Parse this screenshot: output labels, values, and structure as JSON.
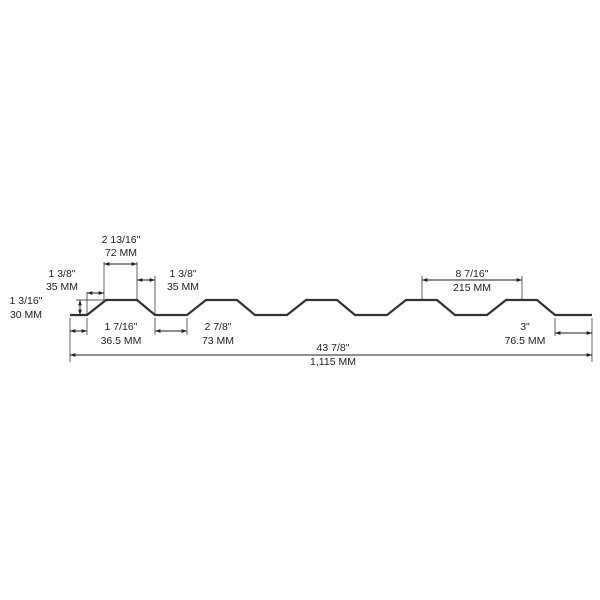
{
  "diagram": {
    "type": "corrugated-panel-profile",
    "dimensions": {
      "top_crown_width": {
        "imperial": "2 13/16\"",
        "metric": "72 MM"
      },
      "left_slope": {
        "imperial": "1 3/8\"",
        "metric": "35 MM"
      },
      "right_slope": {
        "imperial": "1 3/8\"",
        "metric": "35 MM"
      },
      "rib_height": {
        "imperial": "1 3/16\"",
        "metric": "30 MM"
      },
      "valley_start": {
        "imperial": "1 7/16\"",
        "metric": "36.5 MM"
      },
      "valley_width": {
        "imperial": "2 7/8\"",
        "metric": "73 MM"
      },
      "rib_spacing": {
        "imperial": "8 7/16\"",
        "metric": "215 MM"
      },
      "end_flat": {
        "imperial": "3\"",
        "metric": "76.5 MM"
      },
      "overall_width": {
        "imperial": "43 7/8\"",
        "metric": "1,115 MM"
      }
    }
  }
}
